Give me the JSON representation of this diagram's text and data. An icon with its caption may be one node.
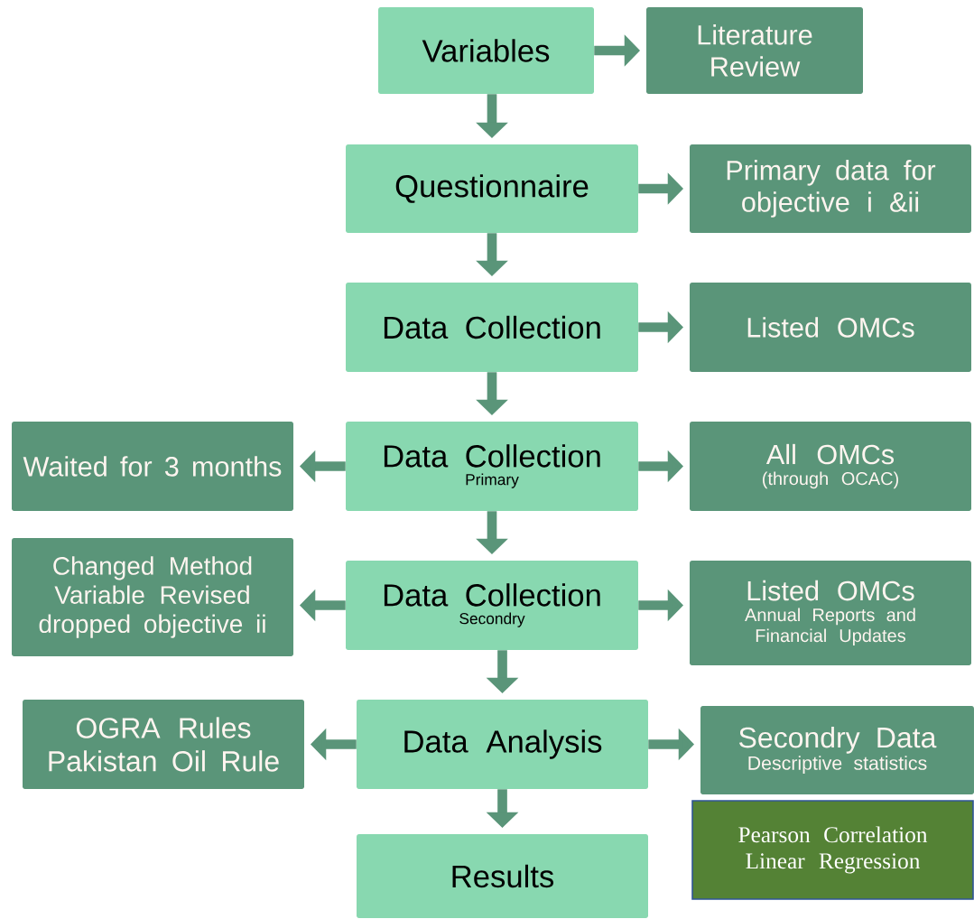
{
  "diagram": {
    "nodes": [
      {
        "text": [
          "Variables"
        ]
      },
      {
        "text": [
          "Literature Review"
        ]
      },
      {
        "text": [
          "Questionnaire"
        ]
      },
      {
        "text": [
          "Primary data for objective i &ii"
        ]
      },
      {
        "text": [
          "Data Collection"
        ]
      },
      {
        "text": [
          "Listed OMCs"
        ]
      },
      {
        "text": [
          "Data Collection",
          "Primary"
        ]
      },
      {
        "text": [
          "Waited for 3 months"
        ]
      },
      {
        "text": [
          "All OMCs",
          "(through OCAC)"
        ]
      },
      {
        "text": [
          "Data Collection",
          "Secondry"
        ]
      },
      {
        "text": [
          "Changed Method Variable Revised dropped objective ii"
        ]
      },
      {
        "text": [
          "Listed OMCs",
          "Annual Reports and Financial Updates"
        ]
      },
      {
        "text": [
          "Data Analysis"
        ]
      },
      {
        "text": [
          "OGRA Rules Pakistan Oil Rule"
        ]
      },
      {
        "text": [
          "Secondry Data",
          "Descriptive statistics"
        ]
      },
      {
        "text": [
          "Pearson Correlation Linear Regression"
        ]
      },
      {
        "text": [
          "Results"
        ]
      }
    ],
    "edges": [
      {
        "from": 0,
        "to": 1,
        "arrow": "to"
      },
      {
        "from": 0,
        "to": 2,
        "arrow": "to"
      },
      {
        "from": 2,
        "to": 3,
        "arrow": "to"
      },
      {
        "from": 2,
        "to": 4,
        "arrow": "to"
      },
      {
        "from": 4,
        "to": 5,
        "arrow": "to"
      },
      {
        "from": 4,
        "to": 6,
        "arrow": "to"
      },
      {
        "from": 6,
        "to": 7,
        "arrow": "to"
      },
      {
        "from": 6,
        "to": 8,
        "arrow": "to"
      },
      {
        "from": 6,
        "to": 9,
        "arrow": "to"
      },
      {
        "from": 9,
        "to": 10,
        "arrow": "to"
      },
      {
        "from": 9,
        "to": 11,
        "arrow": "to"
      },
      {
        "from": 9,
        "to": 12,
        "arrow": "to"
      },
      {
        "from": 12,
        "to": 13,
        "arrow": "to"
      },
      {
        "from": 12,
        "to": 14,
        "arrow": "to"
      },
      {
        "from": 12,
        "to": 16,
        "arrow": "to"
      }
    ]
  }
}
